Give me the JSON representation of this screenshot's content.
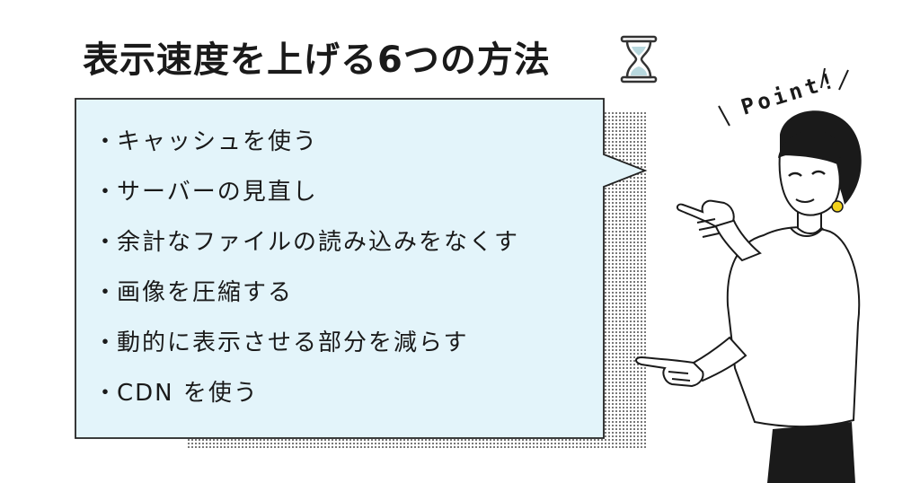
{
  "title": "表示速度を上げる6つの方法",
  "bullet": "・",
  "items": [
    "キャッシュを使う",
    "サーバーの見直し",
    "余計なファイルの読み込みをなくす",
    "画像を圧縮する",
    "動的に表示させる部分を減らす",
    "CDN を使う"
  ],
  "point_label": "Point!",
  "colors": {
    "bubble_fill": "#e3f4fa",
    "ink": "#1a1a1a",
    "earring": "#f2d21b",
    "hourglass_sand": "#b8d8de"
  }
}
